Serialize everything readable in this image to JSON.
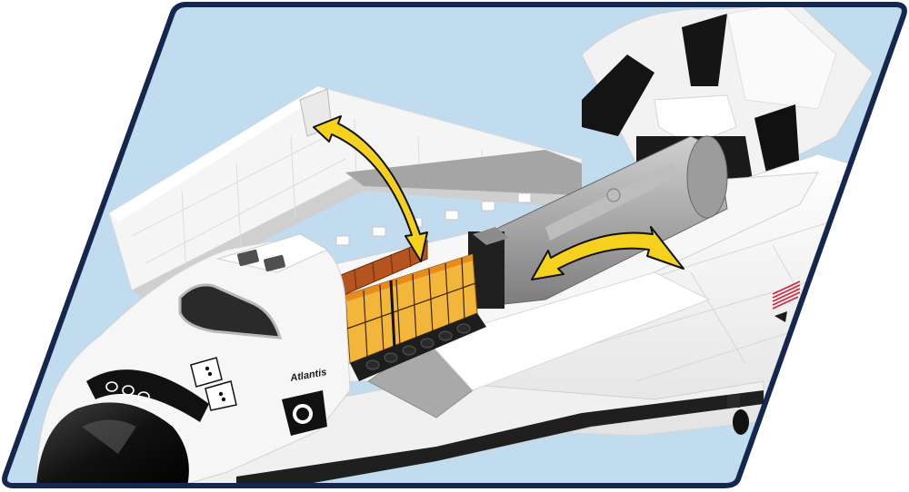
{
  "scene": {
    "description": "Brick-built model of Space Shuttle with open payload bay showing a satellite payload",
    "frame": {
      "shape": "parallelogram",
      "border_color": "#15264f",
      "background_color": "#c1dbef",
      "page_background": "#ffffff"
    },
    "shuttle": {
      "name_label": "Atlantis",
      "body_color": "#f4f4f4",
      "nose_color": "#1a1a1a",
      "flag_stripe_color": "#d0283a"
    },
    "payload": {
      "panel_color": "#f2b63a",
      "panel_dark_color": "#b5541e",
      "cylinder_color": "#a9a9a9"
    },
    "annotations": {
      "arrow_color": "#f5d11e",
      "arrows": [
        {
          "name": "payload-door-arrow",
          "meaning": "payload bay door opens/closes"
        },
        {
          "name": "payload-rotate-arrow",
          "meaning": "payload module rotates"
        }
      ]
    }
  }
}
